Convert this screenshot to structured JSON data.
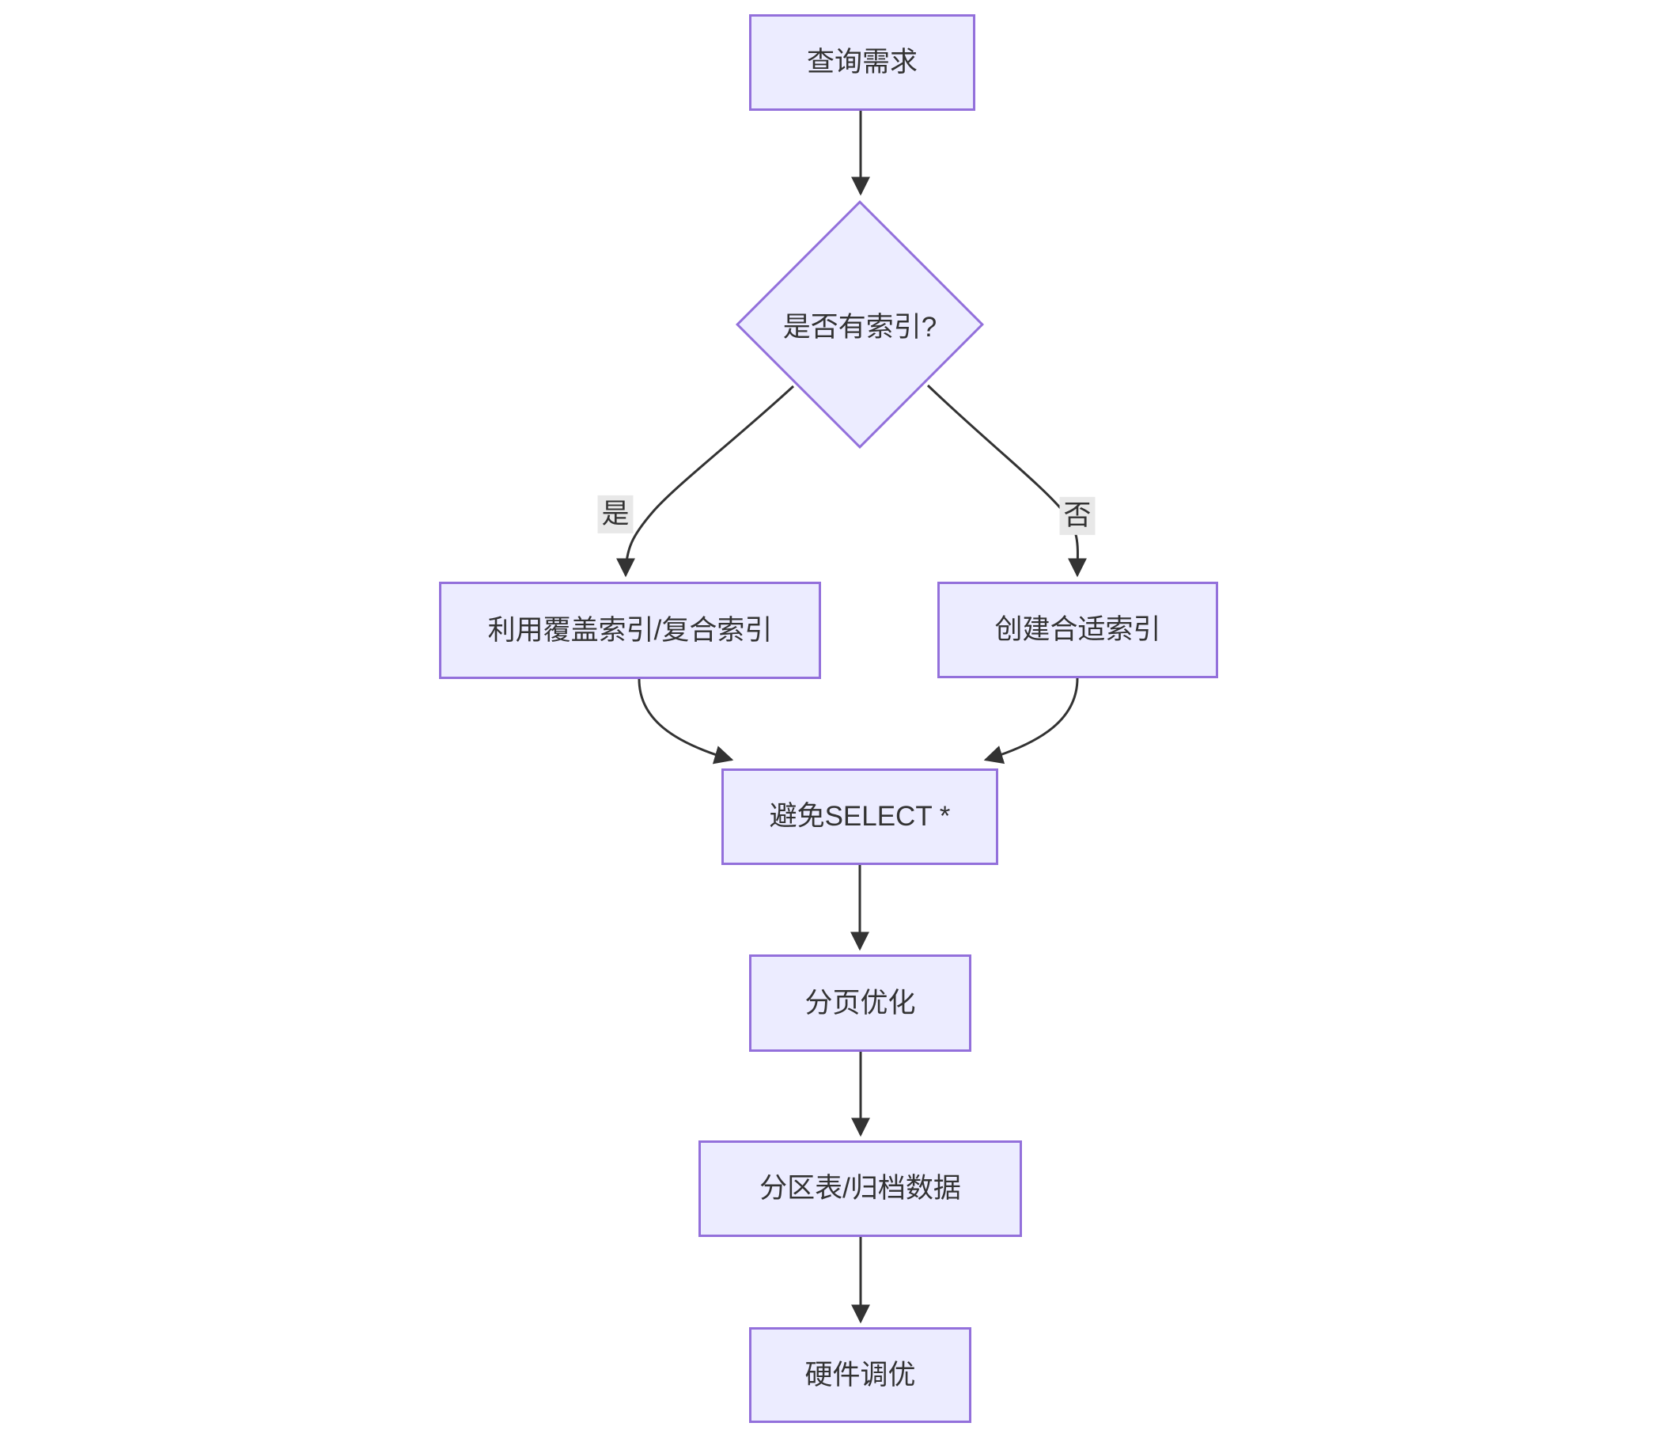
{
  "diagram": {
    "type": "flowchart",
    "background": "#ffffff",
    "colors": {
      "node_fill": "#ECECFF",
      "node_border": "#9370DB",
      "edge": "#333333",
      "text": "#333333",
      "edge_label_bg": "#e8e8e8"
    },
    "nodes": {
      "start": {
        "label": "查询需求",
        "shape": "rect"
      },
      "decision": {
        "label": "是否有索引?",
        "shape": "diamond"
      },
      "use_covering_index": {
        "label": "利用覆盖索引/复合索引",
        "shape": "rect"
      },
      "create_index": {
        "label": "创建合适索引",
        "shape": "rect"
      },
      "avoid_select_star": {
        "label": "避免SELECT *",
        "shape": "rect"
      },
      "pagination": {
        "label": "分页优化",
        "shape": "rect"
      },
      "partition_archive": {
        "label": "分区表/归档数据",
        "shape": "rect"
      },
      "hardware_tuning": {
        "label": "硬件调优",
        "shape": "rect"
      }
    },
    "edge_labels": {
      "yes": {
        "label": "是"
      },
      "no": {
        "label": "否"
      }
    },
    "edges": [
      {
        "from": "start",
        "to": "decision"
      },
      {
        "from": "decision",
        "to": "use_covering_index",
        "label": "是"
      },
      {
        "from": "decision",
        "to": "create_index",
        "label": "否"
      },
      {
        "from": "use_covering_index",
        "to": "avoid_select_star"
      },
      {
        "from": "create_index",
        "to": "avoid_select_star"
      },
      {
        "from": "avoid_select_star",
        "to": "pagination"
      },
      {
        "from": "pagination",
        "to": "partition_archive"
      },
      {
        "from": "partition_archive",
        "to": "hardware_tuning"
      }
    ]
  }
}
